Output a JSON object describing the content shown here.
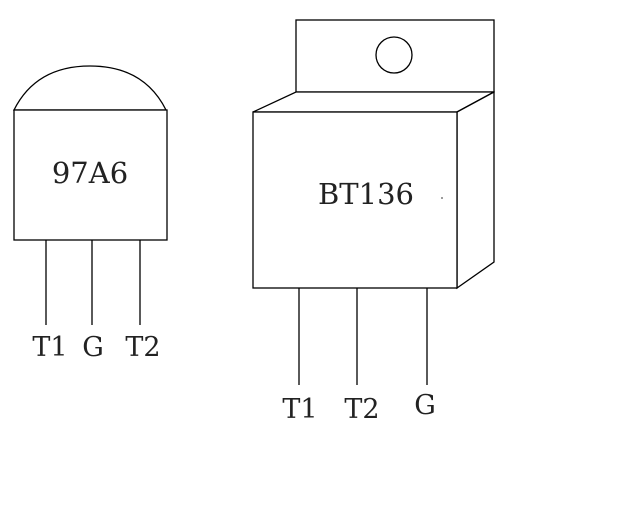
{
  "components": [
    {
      "id": "to92",
      "part_number": "97A6",
      "pins": [
        "T1",
        "G",
        "T2"
      ]
    },
    {
      "id": "to220",
      "part_number": "BT136",
      "pins": [
        "T1",
        "T2",
        "G"
      ]
    }
  ],
  "colors": {
    "stroke": "#000000",
    "text": "#222222",
    "background": "#ffffff"
  }
}
